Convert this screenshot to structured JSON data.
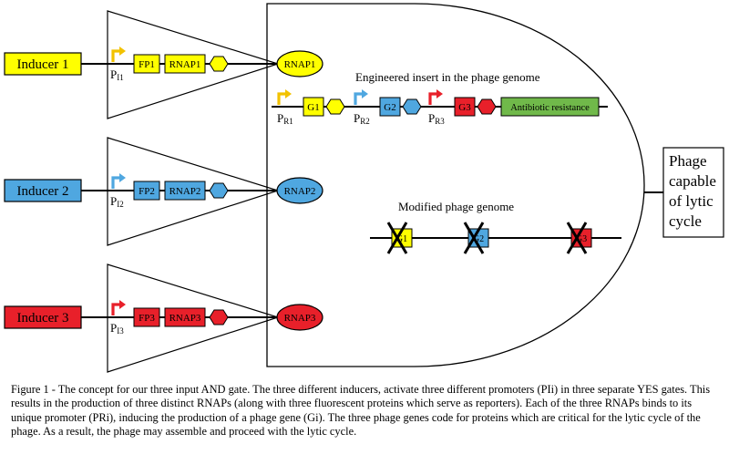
{
  "inducers": [
    {
      "label": "Inducer 1",
      "color": "#ffff00",
      "promoter_prefix": "P",
      "promoter_sub": "I1",
      "promoter_color": "#f2c200",
      "fp": "FP1",
      "rnap": "RNAP1",
      "rnap_out": "RNAP1"
    },
    {
      "label": "Inducer 2",
      "color": "#4fa7e0",
      "promoter_prefix": "P",
      "promoter_sub": "I2",
      "promoter_color": "#4fa7e0",
      "fp": "FP2",
      "rnap": "RNAP2",
      "rnap_out": "RNAP2"
    },
    {
      "label": "Inducer 3",
      "color": "#e8202a",
      "promoter_prefix": "P",
      "promoter_sub": "I3",
      "promoter_color": "#e8202a",
      "fp": "FP3",
      "rnap": "RNAP3",
      "rnap_out": "RNAP3"
    }
  ],
  "insert": {
    "title": "Engineered insert in the phage genome",
    "parts": [
      {
        "promoter_prefix": "P",
        "promoter_sub": "R1",
        "gene": "G1",
        "color": "#ffff00",
        "promoter_color": "#f2c200"
      },
      {
        "promoter_prefix": "P",
        "promoter_sub": "R2",
        "gene": "G2",
        "color": "#4fa7e0",
        "promoter_color": "#4fa7e0"
      },
      {
        "promoter_prefix": "P",
        "promoter_sub": "R3",
        "gene": "G3",
        "color": "#e8202a",
        "promoter_color": "#e8202a"
      }
    ],
    "resistance": "Antibiotic resistance",
    "resistance_color": "#70b94a"
  },
  "modified": {
    "title": "Modified phage genome",
    "genes": [
      {
        "label": "G1",
        "color": "#ffff00"
      },
      {
        "label": "G2",
        "color": "#4fa7e0"
      },
      {
        "label": "G3",
        "color": "#e8202a"
      }
    ]
  },
  "output": {
    "lines": [
      "Phage",
      "capable",
      "of lytic",
      "cycle"
    ]
  },
  "caption": "Figure 1 - The concept for our three input AND gate. The three different inducers, activate three different promoters (PIi) in three separate YES gates. This results in the production of three distinct RNAPs (along with three fluorescent proteins which serve as  reporters). Each of the three RNAPs binds to its unique promoter (PRi), inducing the production of a phage gene (Gi). The three phage genes code for proteins which are critical for the lytic cycle of the phage. As a result, the phage may assemble and proceed with the lytic cycle."
}
